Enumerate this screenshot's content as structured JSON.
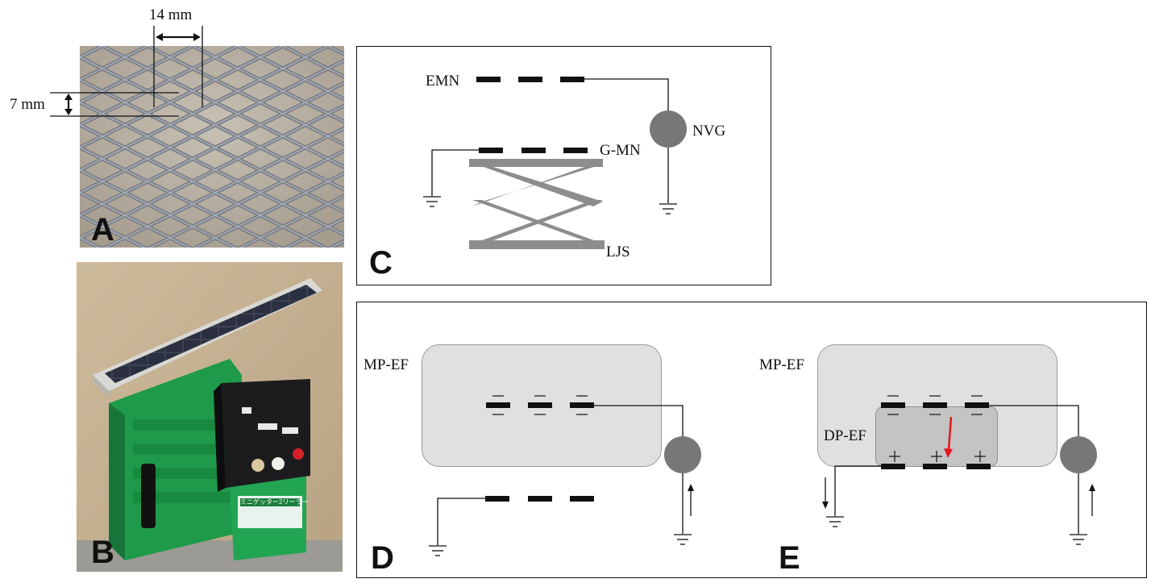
{
  "panels": {
    "a": {
      "letter": "A",
      "width_label": "14 mm",
      "height_label": "7 mm"
    },
    "b": {
      "letter": "B",
      "box_label": "ミニゲッター2リーラー"
    },
    "c": {
      "letter": "C",
      "emn": "EMN",
      "gmn": "G-MN",
      "nvg": "NVG",
      "ljs": "LJS"
    },
    "d": {
      "letter": "D",
      "mpef": "MP-EF",
      "arrow": "↑"
    },
    "e": {
      "letter": "E",
      "mpef": "MP-EF",
      "dpef": "DP-EF",
      "arrow_up": "↑",
      "arrow_down": "↓"
    }
  },
  "colors": {
    "mesh_bg": "#b7afa3",
    "mesh_wire": "#7b7f88",
    "field_outer": "#e0e0e0",
    "field_inner": "#c4c4c4",
    "generator": "#777777",
    "scaffold": "#8d8d8d",
    "red_arrow": "#e8141e",
    "photo_wall": "#c9b597",
    "green_body": "#1f9a4a"
  }
}
